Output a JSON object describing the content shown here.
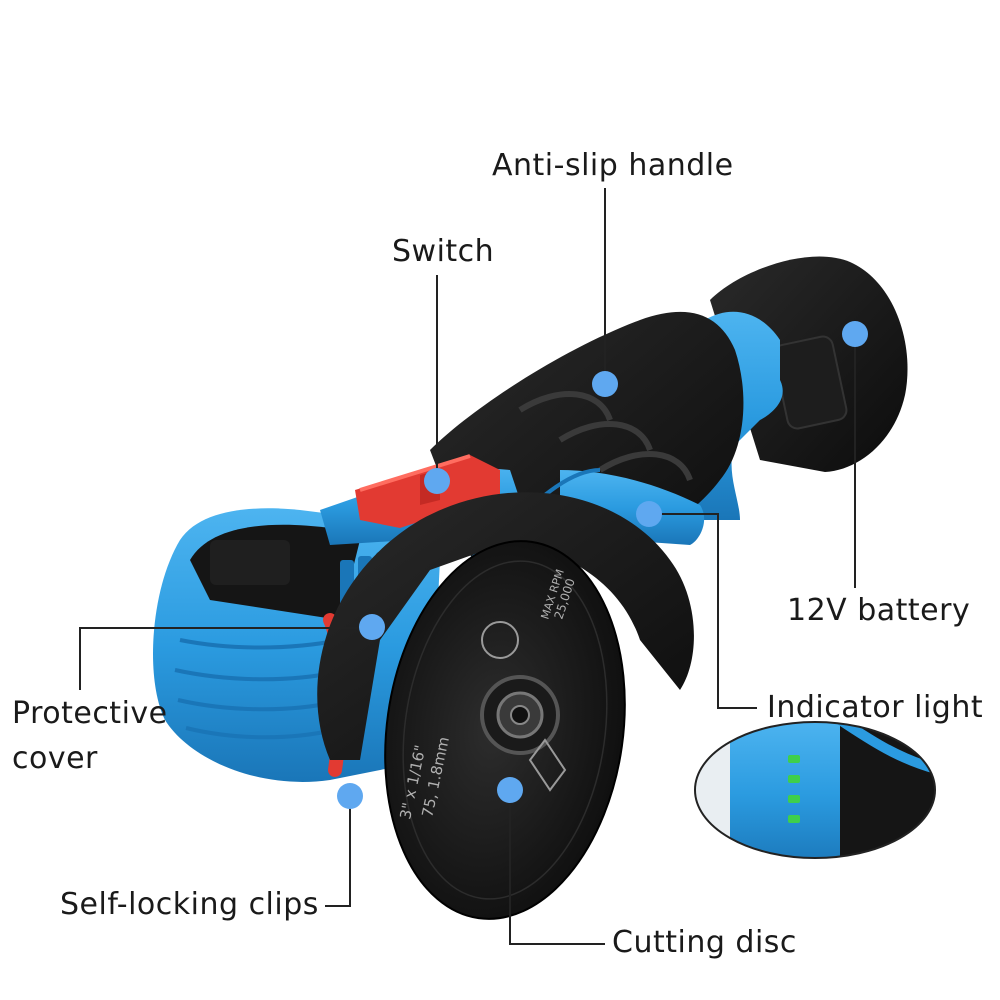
{
  "callouts": {
    "anti_slip_handle": "Anti-slip handle",
    "switch": "Switch",
    "battery": "12V battery",
    "indicator_light": "Indicator light",
    "protective_cover_line1": "Protective",
    "protective_cover_line2": "cover",
    "self_locking_clips": "Self-locking clips",
    "cutting_disc": "Cutting disc"
  },
  "disc_markings": {
    "size_imperial": "3\" x 1/16\"",
    "size_metric": "75, 1.8mm",
    "max_speed_label": "MAX RPM",
    "max_speed_value": "25,000"
  },
  "colors": {
    "tool_blue": "#2b9be0",
    "tool_black": "#141414",
    "switch_red": "#e23a32",
    "marker_dot": "#5fa8f0",
    "leader_line": "#222222",
    "indicator_led": "#3ecf4c"
  }
}
